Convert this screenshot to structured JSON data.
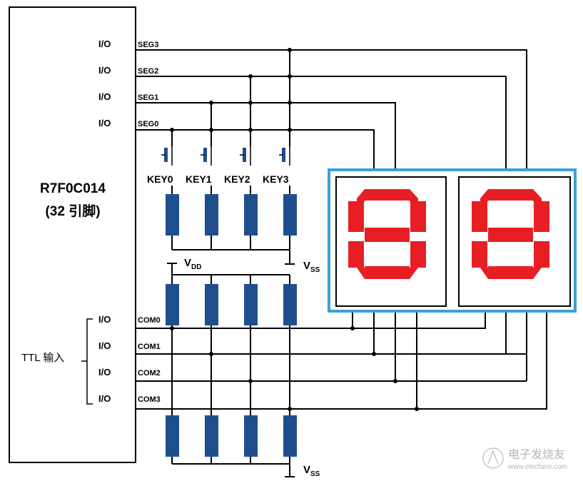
{
  "chip": {
    "name": "R7F0C014",
    "pins": "(32 引脚)"
  },
  "io_label": "I/O",
  "seg_lines": [
    "SEG3",
    "SEG2",
    "SEG1",
    "SEG0"
  ],
  "com_lines": [
    "COM0",
    "COM1",
    "COM2",
    "COM3"
  ],
  "keys": [
    "KEY0",
    "KEY1",
    "KEY2",
    "KEY3"
  ],
  "ttl_label": "TTL 输入",
  "power": {
    "vdd": "V",
    "vdd_sub": "DD",
    "vss": "V",
    "vss_sub": "SS"
  },
  "watermark": {
    "cn": "电子发烧友",
    "url": "www.elecfans.com"
  },
  "colors": {
    "resistor": "#1f4e8c",
    "segment": "#e81e25",
    "display_frame": "#3aa0d8"
  }
}
